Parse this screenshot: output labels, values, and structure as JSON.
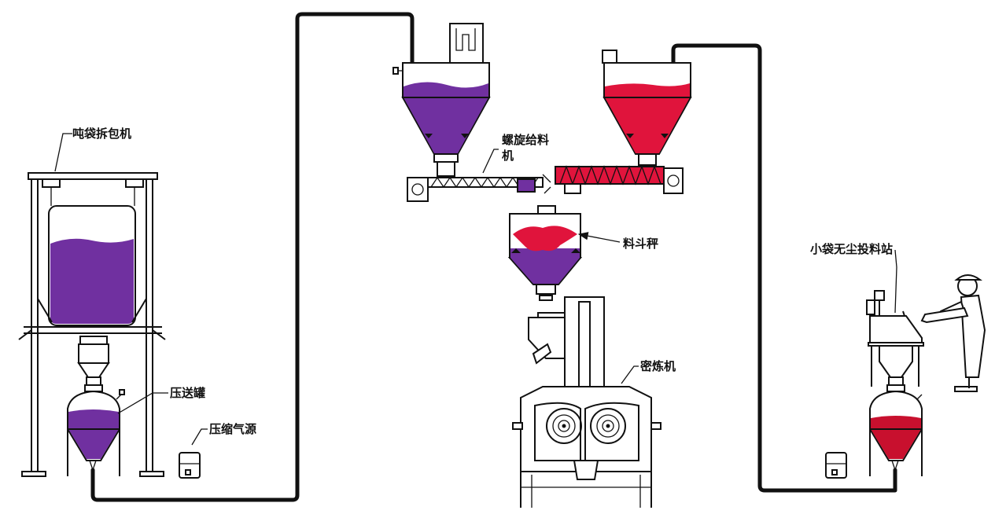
{
  "labels": {
    "bag_unloader": "吨袋拆包机",
    "pressure_tank": "压送罐",
    "compressed_air": "压缩气源",
    "screw_feeder_1": "螺旋给料",
    "screw_feeder_2": "机",
    "hopper_scale": "料斗秤",
    "mixer": "密炼机",
    "bag_station": "小袋无尘投料站"
  },
  "colors": {
    "purple": "#7030a0",
    "red": "#e0143c",
    "line": "#111111"
  }
}
